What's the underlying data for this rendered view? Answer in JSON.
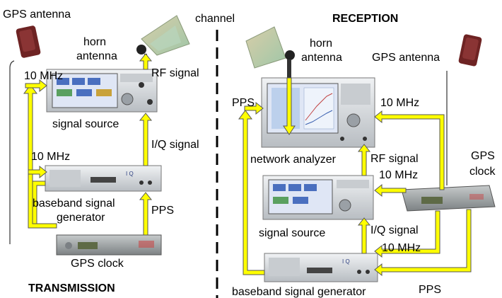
{
  "sections": {
    "transmission": "TRANSMISSION",
    "reception": "RECEPTION",
    "channel": "channel"
  },
  "transmission": {
    "gps_antenna": "GPS antenna",
    "horn_antenna_line1": "horn",
    "horn_antenna_line2": "antenna",
    "rf_signal": "RF signal",
    "ten_mhz_top": "10 MHz",
    "signal_source": "signal source",
    "iq_signal": "I/Q signal",
    "ten_mhz_mid": "10 MHz",
    "baseband_line1": "baseband signal",
    "baseband_line2": "generator",
    "pps": "PPS",
    "gps_clock": "GPS clock"
  },
  "reception": {
    "horn_antenna_line1": "horn",
    "horn_antenna_line2": "antenna",
    "gps_antenna": "GPS antenna",
    "pps_top": "PPS",
    "ten_mhz_top": "10 MHz",
    "network_analyzer": "network analyzer",
    "rf_signal": "RF signal",
    "ten_mhz_mid": "10 MHz",
    "gps_clock_line1": "GPS",
    "gps_clock_line2": "clock",
    "signal_source": "signal source",
    "iq_signal": "I/Q signal",
    "ten_mhz_bottom": "10 MHz",
    "baseband": "baseband signal generator",
    "pps_bottom": "PPS"
  },
  "colors": {
    "arrow_fill": "#ffff00",
    "arrow_stroke": "#555555",
    "instrument_panel": "#d4d8dc",
    "screen": "#dfe6f5",
    "gps_clock_body": "#9ea3a4",
    "gps_antenna_body": "#7a2a2a"
  }
}
